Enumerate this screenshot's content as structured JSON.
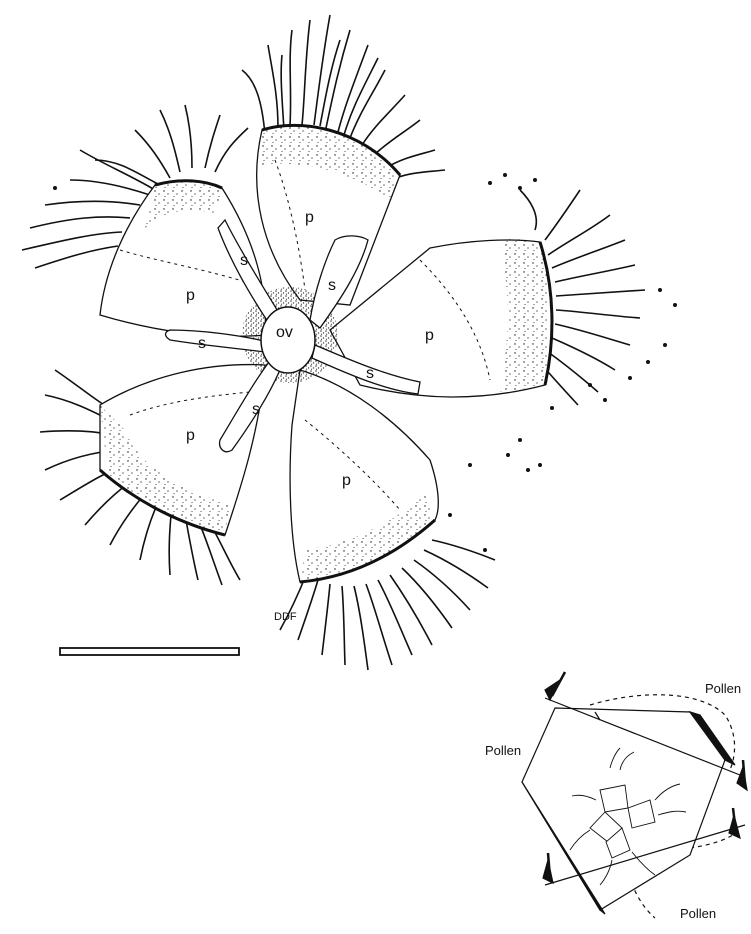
{
  "figure": {
    "flower_labels": {
      "petal": "p",
      "sepal": "s",
      "ovary": "ov"
    },
    "inset_labels": [
      "Pollen",
      "Pollen",
      "Pollen"
    ],
    "illustrator_initials": "DDF",
    "colors": {
      "ink": "#111111",
      "background": "#ffffff"
    }
  }
}
